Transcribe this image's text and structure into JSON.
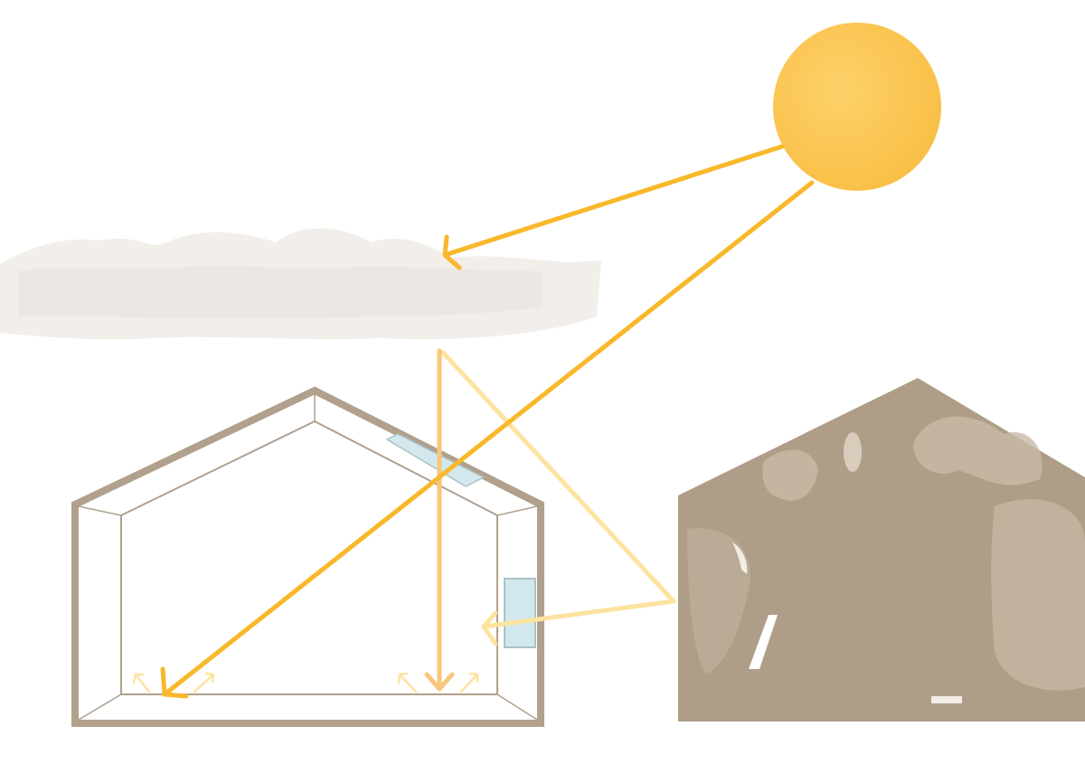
{
  "colors": {
    "sun": "#fcc74f",
    "sun_shade": "#f8b93a",
    "direct_ray": "#f8b82a",
    "diffuse_ray": "#f8c77a",
    "reflected_ray": "#fde3a0",
    "cloud": "#f2eeea",
    "house_wall": "#b0a08c",
    "neighbor_building": "#ae9e88",
    "neighbor_highlight": "#c8baa6",
    "window_glass": "#d3e8ec"
  },
  "elements": {
    "sun": "sun-icon",
    "cloud": "cloud-icon",
    "house": "house-section",
    "neighbor": "neighbor-building",
    "skylight": "skylight-window",
    "side_window": "side-window"
  }
}
